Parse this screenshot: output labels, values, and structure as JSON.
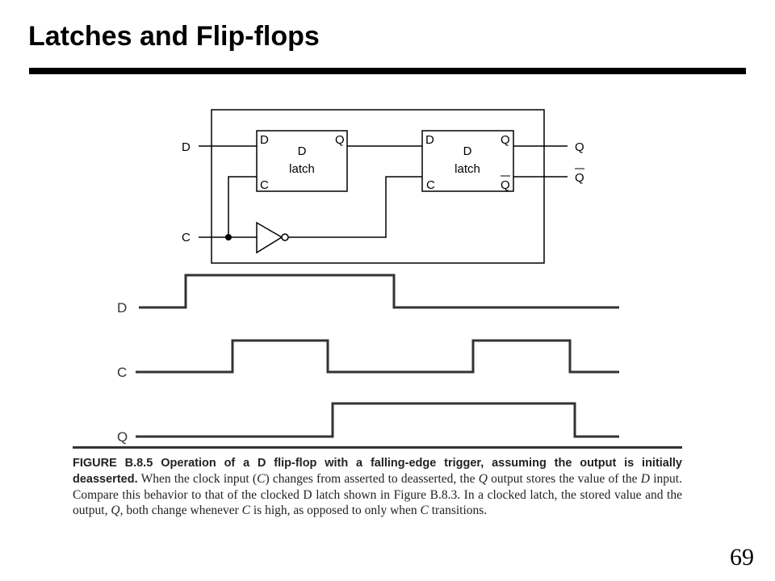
{
  "slide": {
    "title": "Latches and Flip-flops",
    "page_number": "69"
  },
  "circuit": {
    "input_d": "D",
    "input_c": "C",
    "output_q": "Q",
    "output_qbar": "Q",
    "latch1": {
      "pin_d": "D",
      "pin_q": "Q",
      "pin_c": "C",
      "name_line1": "D",
      "name_line2": "latch"
    },
    "latch2": {
      "pin_d": "D",
      "pin_q": "Q",
      "pin_c": "C",
      "pin_qbar": "Q",
      "name_line1": "D",
      "name_line2": "latch"
    }
  },
  "waveforms": {
    "d_label": "D",
    "c_label": "C",
    "q_label": "Q"
  },
  "caption": {
    "figure_label": "FIGURE B.8.5",
    "bold_text": "Operation of a D flip-flop with a falling-edge trigger, assuming the output is initially deasserted.",
    "body_1": " When the clock input (",
    "body_c1": "C",
    "body_2": ") changes from asserted to deasserted, the ",
    "body_q1": "Q",
    "body_3": " output stores the value of the ",
    "body_d1": "D",
    "body_4": " input. Compare this behavior to that of the clocked D latch shown in Figure B.8.3. In a clocked latch, the stored value and the output, ",
    "body_q2": "Q",
    "body_5": ", both change whenever ",
    "body_c2": "C",
    "body_6": " is high, as opposed to only when ",
    "body_c3": "C",
    "body_7": " transitions."
  },
  "colors": {
    "ink": "#000000",
    "waveform": "#333333",
    "caption_text": "#222222"
  }
}
